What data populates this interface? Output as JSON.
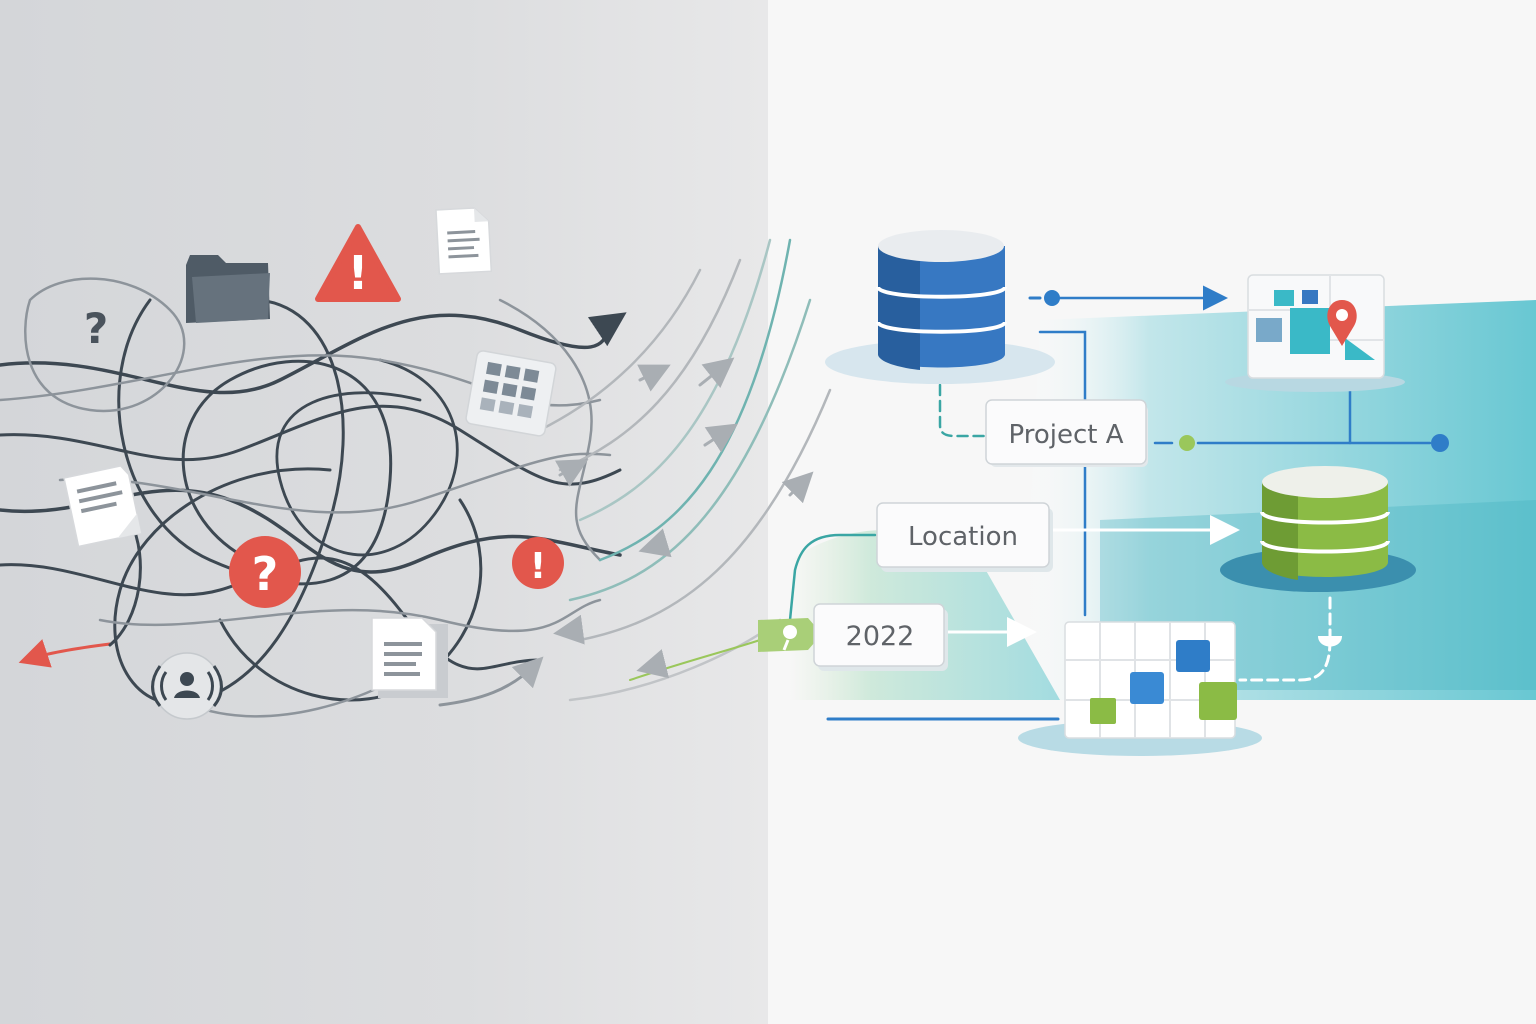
{
  "labels": {
    "project": "Project A",
    "location": "Location",
    "year": "2022"
  },
  "symbols": {
    "question": "?",
    "exclamation": "!"
  },
  "icons": [
    "folder-icon",
    "warning-icon",
    "document-icon",
    "question-icon",
    "spreadsheet-icon",
    "alert-icon",
    "contact-icon",
    "database-icon",
    "map-pin-icon",
    "calendar-grid-icon",
    "tag-icon"
  ],
  "colors": {
    "chaos_line": "#3d4852",
    "chaos_line_light": "#8d949b",
    "warning_red": "#e2574c",
    "database_blue": "#3778c2",
    "database_green": "#8bbb45",
    "accent_blue": "#2f7dc8",
    "accent_teal": "#41b8c8",
    "flow_green": "#9ac75b"
  }
}
